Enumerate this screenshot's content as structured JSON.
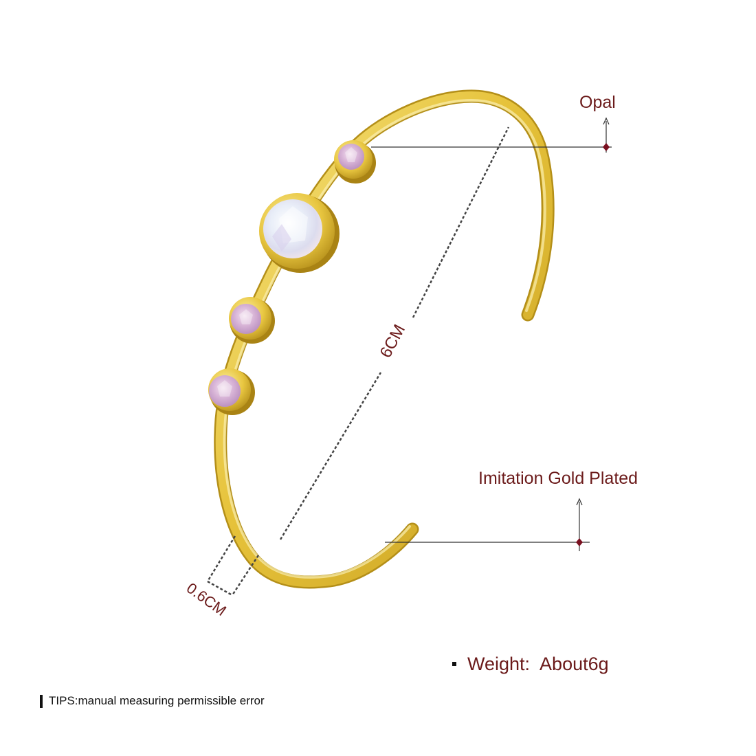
{
  "colors": {
    "label_text": "#6b1a1a",
    "gold_light": "#f6e27a",
    "gold_mid": "#e6c23a",
    "gold_dark": "#b48f18",
    "guide_line": "#333333",
    "marker": "#7a1020"
  },
  "labels": {
    "stone": "Opal",
    "material": "Imitation Gold Plated"
  },
  "dimensions": {
    "length": "6CM",
    "width": "0.6CM"
  },
  "weight": {
    "label": "Weight:",
    "value": "About6g"
  },
  "tips": {
    "text": "TIPS:manual measuring permissible error"
  },
  "icons": {
    "weight_bullet": "square-bullet-icon",
    "tips_bar": "vertical-bar-icon",
    "label_pointer": "arrow-up-diamond-icon"
  }
}
